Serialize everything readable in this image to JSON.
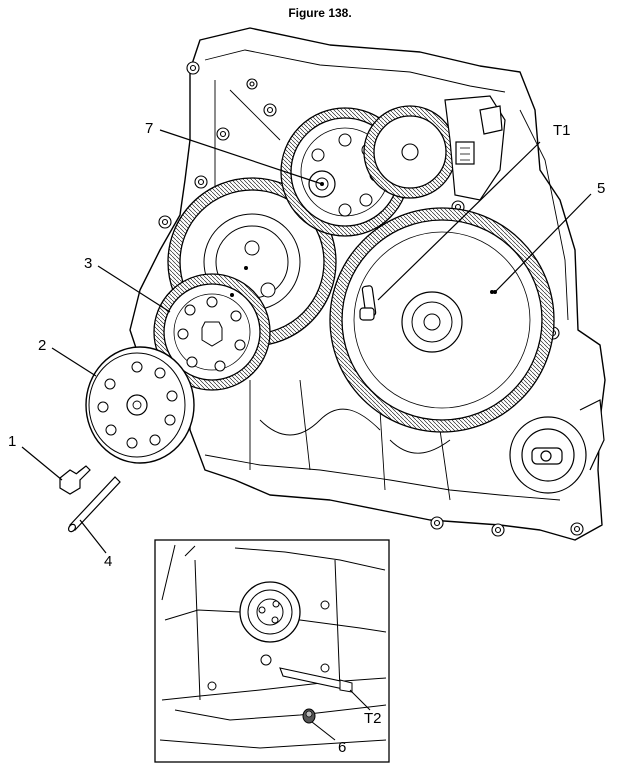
{
  "figure": {
    "title": "Figure 138."
  },
  "callouts": [
    "1",
    "2",
    "3",
    "4",
    "5",
    "6",
    "7",
    "T1",
    "T2"
  ]
}
